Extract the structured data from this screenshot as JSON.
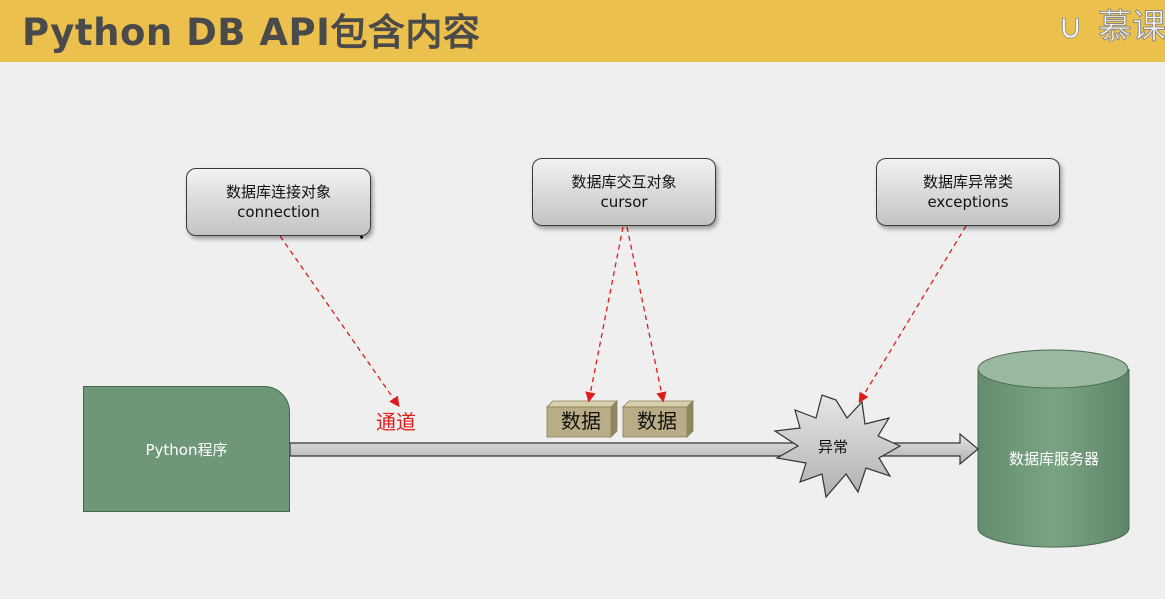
{
  "header": {
    "title": "Python DB API包含内容",
    "logo_text": "慕课"
  },
  "boxes": {
    "connection": {
      "line1": "数据库连接对象",
      "line2": "connection"
    },
    "cursor": {
      "line1": "数据库交互对象",
      "line2": "cursor"
    },
    "exceptions": {
      "line1": "数据库异常类",
      "line2": "exceptions"
    }
  },
  "nodes": {
    "python_program": "Python程序",
    "channel": "通道",
    "data_packet_1": "数据",
    "data_packet_2": "数据",
    "exception": "异常",
    "db_server": "数据库服务器"
  },
  "colors": {
    "header_bg": "#ecc04c",
    "green_node": "#6e9678",
    "dashed_arrow": "#e01b1b",
    "packet": "#b8ad86"
  }
}
